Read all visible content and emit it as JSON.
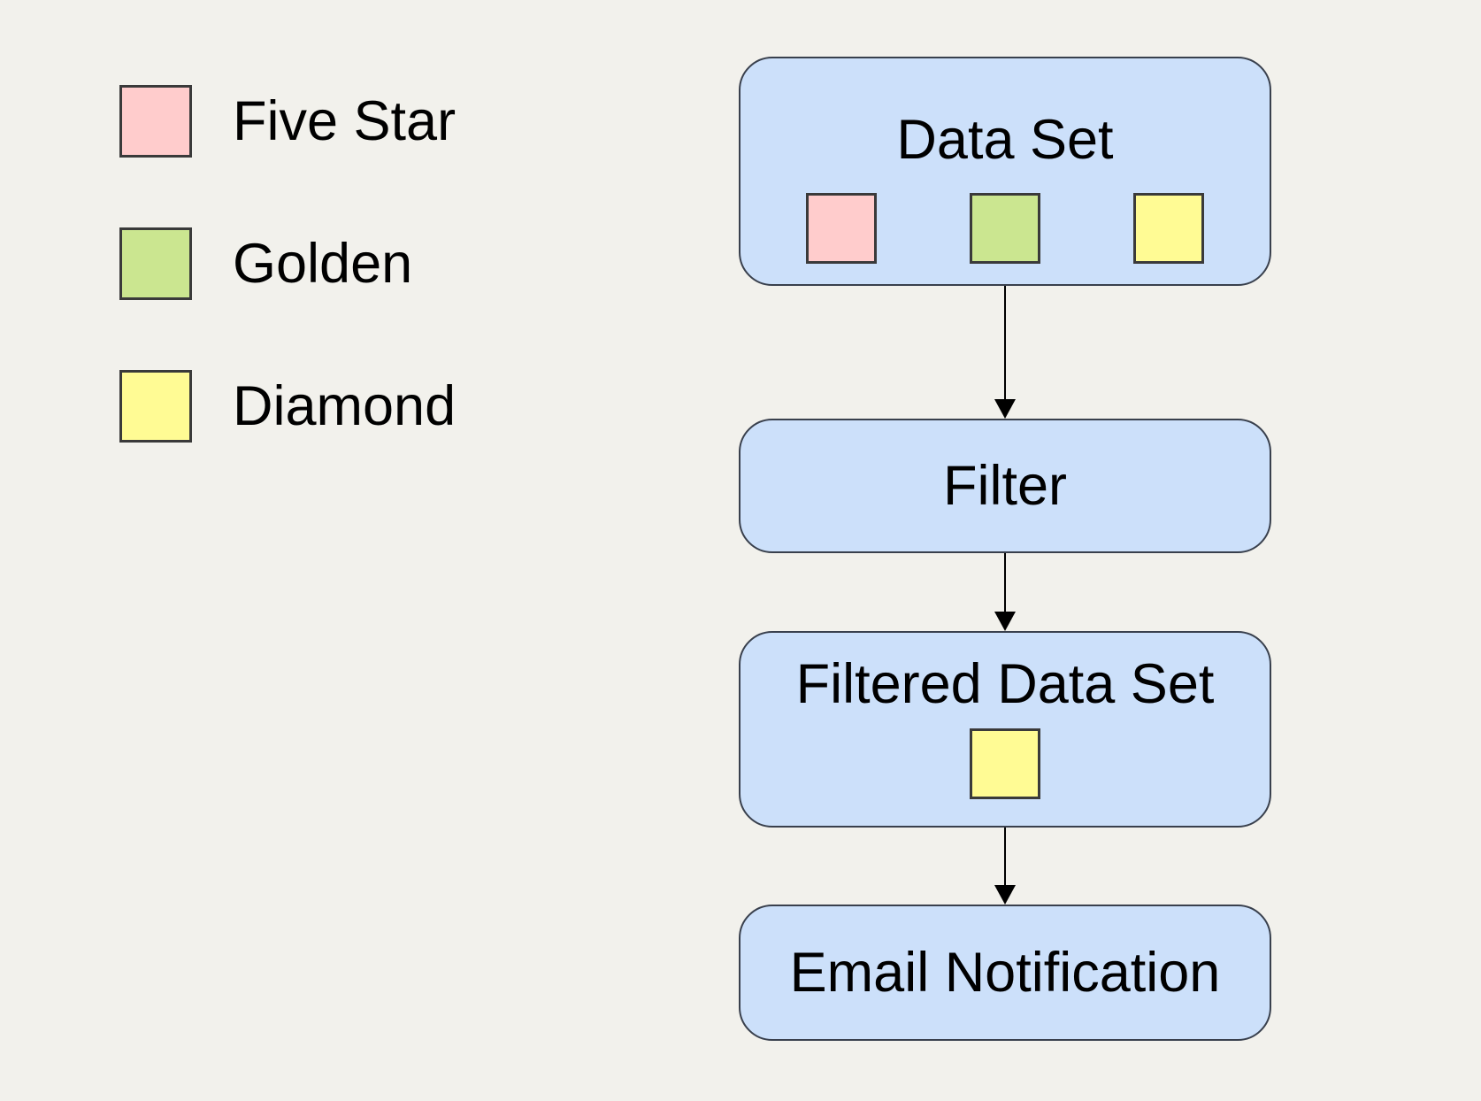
{
  "diagram": {
    "legend": {
      "items": [
        {
          "id": "five-star",
          "label": "Five Star",
          "color": "#FFCCCC"
        },
        {
          "id": "golden",
          "label": "Golden",
          "color": "#CBE690"
        },
        {
          "id": "diamond",
          "label": "Diamond",
          "color": "#FFFB94"
        }
      ]
    },
    "flow": {
      "nodes": [
        {
          "id": "data-set",
          "label": "Data Set",
          "swatch_colors": [
            "#FFCCCC",
            "#CBE690",
            "#FFFB94"
          ]
        },
        {
          "id": "filter",
          "label": "Filter",
          "swatch_colors": []
        },
        {
          "id": "filtered-data-set",
          "label": "Filtered Data Set",
          "swatch_colors": [
            "#FFFB94"
          ]
        },
        {
          "id": "email-notification",
          "label": "Email Notification",
          "swatch_colors": []
        }
      ],
      "edges": [
        {
          "from": "data-set",
          "to": "filter"
        },
        {
          "from": "filter",
          "to": "filtered-data-set"
        },
        {
          "from": "filtered-data-set",
          "to": "email-notification"
        }
      ]
    },
    "colors": {
      "background": "#F2F1EC",
      "node_fill": "#CCE0FA",
      "node_border": "#39404D",
      "swatch_border": "#3A3A3A",
      "arrow": "#000000",
      "text": "#000000"
    }
  }
}
